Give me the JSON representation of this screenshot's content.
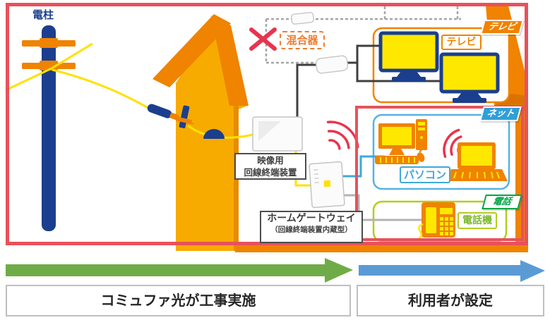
{
  "diagram": {
    "pole_label": "電柱",
    "mixer_label": "混合器",
    "sections": {
      "tv_tag": "テレビ",
      "net_tag": "ネット",
      "phone_tag": "電話"
    },
    "device_labels": {
      "tv": "テレビ",
      "pc": "パソコン",
      "phone": "電話機",
      "video_onu_line1": "映像用",
      "video_onu_line2": "回線終端装置",
      "home_gateway_line1": "ホームゲートウェイ",
      "home_gateway_line2": "（回線終端装置内蔵型）"
    }
  },
  "legend": {
    "provider_step": "コミュファ光が工事実施",
    "user_step": "利用者が設定"
  },
  "colors": {
    "frame_red": "#E8515A",
    "cross_red": "#E8344E",
    "orange": "#F08300",
    "wall_amber": "#F7AB00",
    "navy": "#1B3F8E",
    "fiber_yellow": "#FFE100",
    "screen_yellow": "#FFE800",
    "net_blue": "#2F9FD8",
    "net_box_blue": "#56B2E4",
    "phone_green": "#00A546",
    "phone_box_green": "#B5CC1E",
    "green_arrow": "#6FAC47",
    "blue_arrow": "#5B9BD5",
    "coax_gray": "#A6A6A6",
    "line_dark": "#3F3F3F"
  }
}
